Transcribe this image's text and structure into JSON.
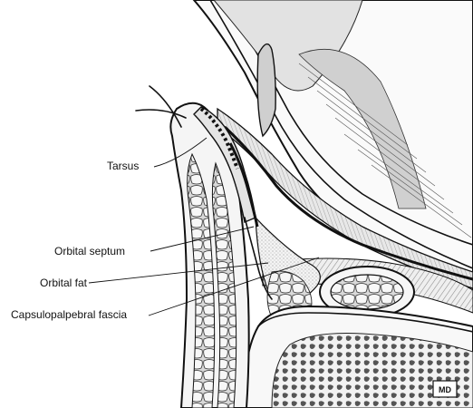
{
  "figure": {
    "labels": {
      "tarsus": "Tarsus",
      "orbital_septum": "Orbital septum",
      "orbital_fat": "Orbital fat",
      "capsulopalpebral_fascia": "Capsulopalpebral fascia"
    },
    "logo_text": "MD"
  }
}
